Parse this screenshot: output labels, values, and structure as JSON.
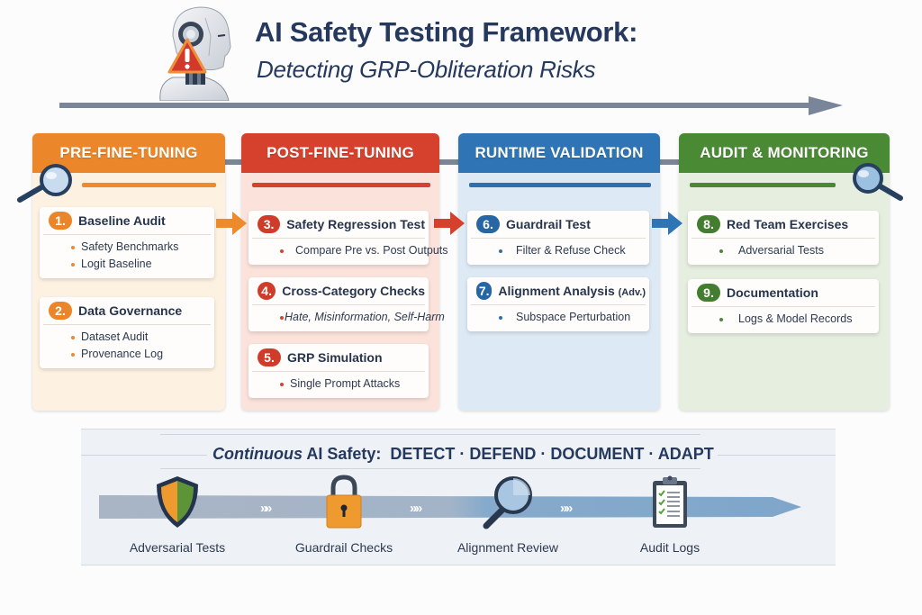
{
  "header": {
    "title": "AI Safety Testing Framework:",
    "subtitle": "Detecting GRP-Obliteration Risks",
    "icons": [
      "robot-head-icon",
      "warning-triangle-icon",
      "timeline-arrow-icon"
    ]
  },
  "colors": {
    "pre": "#eb872a",
    "post": "#d6412d",
    "runtime": "#2f74b4",
    "audit": "#4b8a34",
    "title": "#24395d"
  },
  "columns": [
    {
      "title": "PRE-FINE-TUNING",
      "cards": [
        {
          "number": "1.",
          "title": "Baseline Audit",
          "items": [
            "Safety Benchmarks",
            "Logit Baseline"
          ]
        },
        {
          "number": "2.",
          "title": "Data Governance",
          "items": [
            "Dataset Audit",
            "Provenance Log"
          ]
        }
      ]
    },
    {
      "title": "POST-FINE-TUNING",
      "cards": [
        {
          "number": "3.",
          "title": "Safety Regression Test",
          "items": [
            "Compare Pre vs. Post Outputs"
          ]
        },
        {
          "number": "4.",
          "title": "Cross-Category Checks",
          "items": [
            "Hate, Misinformation, Self-Harm"
          ]
        },
        {
          "number": "5.",
          "title": "GRP Simulation",
          "items": [
            "Single Prompt Attacks"
          ]
        }
      ]
    },
    {
      "title": "RUNTIME VALIDATION",
      "cards": [
        {
          "number": "6.",
          "title": "Guardrail Test",
          "items": [
            "Filter & Refuse Check"
          ]
        },
        {
          "number": "7.",
          "title": "Alignment Analysis",
          "title_suffix": "(Adv.)",
          "items": [
            "Subspace Perturbation"
          ]
        }
      ]
    },
    {
      "title": "AUDIT & MONITORING",
      "cards": [
        {
          "number": "8.",
          "title": "Red Team Exercises",
          "items": [
            "Adversarial Tests"
          ]
        },
        {
          "number": "9.",
          "title": "Documentation",
          "items": [
            "Logs & Model Records"
          ]
        }
      ]
    }
  ],
  "banner": {
    "title_italic": "Continuous",
    "title_rest": "AI Safety:",
    "motto": "DETECT · DEFEND · DOCUMENT · ADAPT",
    "chevron": "»",
    "steps": [
      {
        "label": "Adversarial Tests",
        "icon": "shield-icon"
      },
      {
        "label": "Guardrail Checks",
        "icon": "padlock-icon"
      },
      {
        "label": "Alignment Review",
        "icon": "magnifier-icon"
      },
      {
        "label": "Audit Logs",
        "icon": "clipboard-checklist-icon"
      }
    ]
  }
}
